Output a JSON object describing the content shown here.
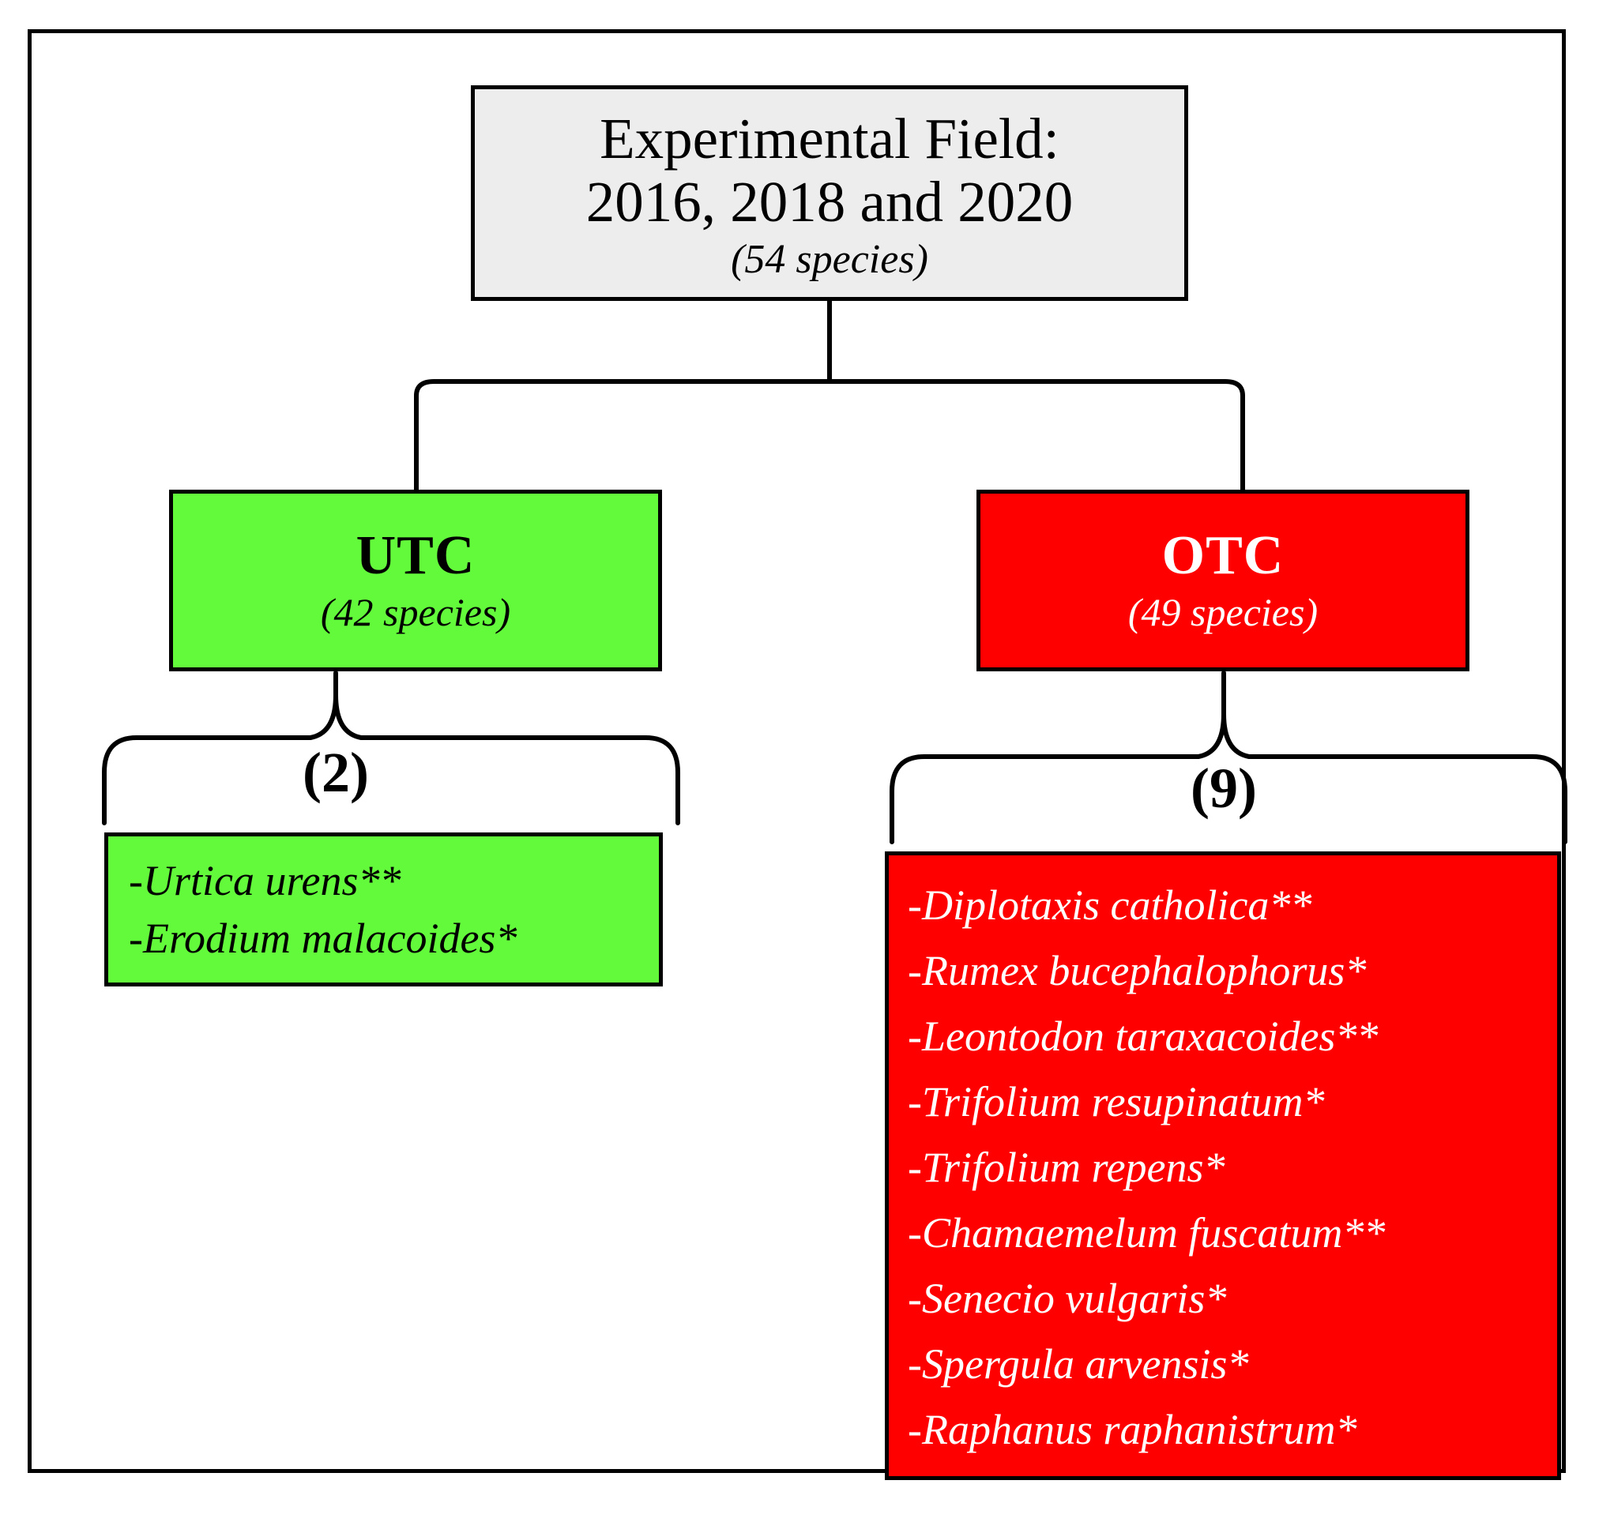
{
  "diagram": {
    "type": "flowchart-hierarchy",
    "root": {
      "title_line1": "Experimental Field:",
      "title_line2": "2016, 2018 and 2020",
      "species_count_label": "(54 species)",
      "fill_color": "#ededed",
      "text_color": "#000000"
    },
    "branches": [
      {
        "code": "UTC",
        "species_count_label": "(42 species)",
        "fill_color": "#63fa3b",
        "text_color": "#000000",
        "exclusive_count_label": "(2)",
        "species": [
          "-Urtica urens**",
          "-Erodium malacoides*"
        ]
      },
      {
        "code": "OTC",
        "species_count_label": "(49 species)",
        "fill_color": "#ff0000",
        "text_color": "#ffffff",
        "exclusive_count_label": "(9)",
        "species": [
          "-Diplotaxis catholica**",
          "-Rumex bucephalophorus*",
          "-Leontodon taraxacoides**",
          "-Trifolium resupinatum*",
          "-Trifolium repens*",
          "-Chamaemelum fuscatum**",
          "-Senecio vulgaris*",
          "-Spergula arvensis*",
          "-Raphanus raphanistrum*"
        ]
      }
    ],
    "colors": {
      "border": "#000000",
      "background": "#ffffff",
      "green": "#63fa3b",
      "red": "#ff0000",
      "grey": "#ededed"
    }
  }
}
